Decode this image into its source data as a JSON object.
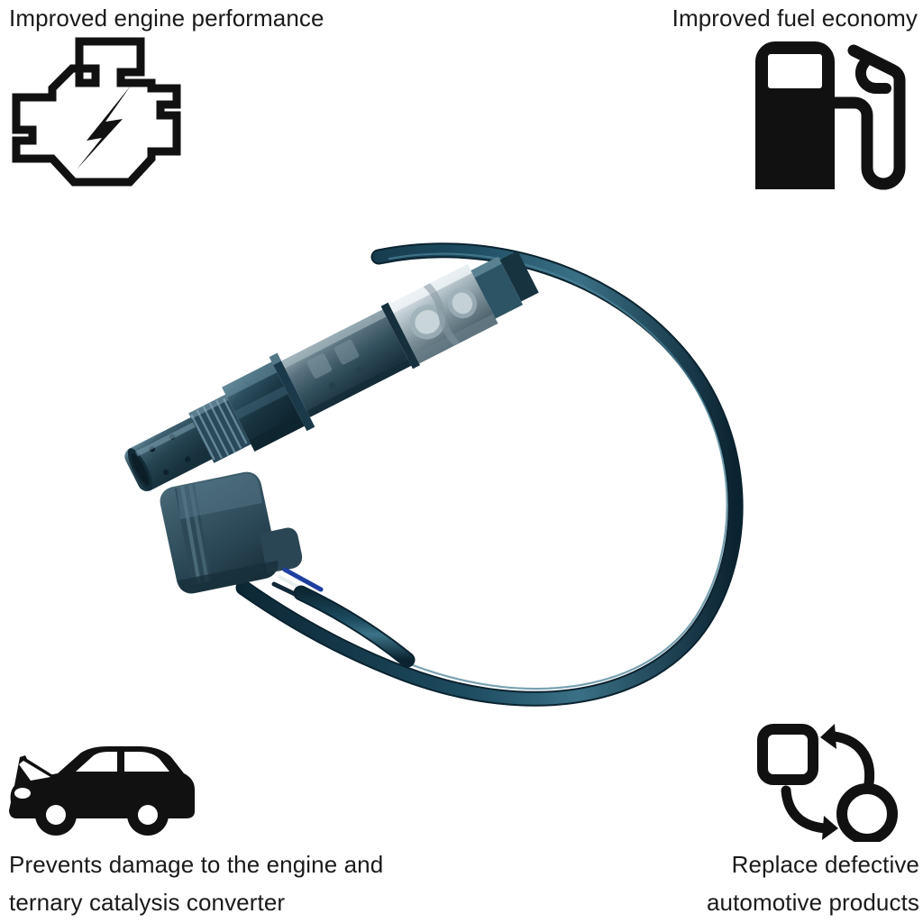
{
  "page": {
    "background_color": "#ffffff",
    "text_color": "#1a1a1a",
    "icon_color": "#111111"
  },
  "features": [
    {
      "id": "improved-engine-performance",
      "position": "top-left",
      "label": "Improved engine performance",
      "icon": "check-engine-icon"
    },
    {
      "id": "improved-fuel-economy",
      "position": "top-right",
      "label": "Improved fuel economy",
      "icon": "fuel-pump-icon"
    },
    {
      "id": "prevents-engine-damage",
      "position": "bottom-left",
      "label": "Prevents damage to the engine and\nternary catalysis converter",
      "icon": "car-open-hood-icon"
    },
    {
      "id": "replace-defective-products",
      "position": "bottom-right",
      "label": "Replace defective\nautomotive products",
      "icon": "replace-swap-arrows-icon"
    }
  ],
  "product": {
    "name": "oxygen-sensor",
    "icon": "oxygen-sensor-photo",
    "colors": {
      "cable_dark": "#12303f",
      "cable_mid": "#1b4a5e",
      "cable_highlight": "#3b7288",
      "probe_body": "#2b4c5a",
      "probe_highlight": "#5d8494",
      "hex_nut": "#1d3d4c",
      "crimp_metal": "#b9c6cc",
      "crimp_highlight": "#e3ebee",
      "connector_body": "#3d5c6b",
      "connector_shadow": "#26414e",
      "wire_blue": "#1f3fa0",
      "wire_white": "#e8eef0"
    }
  }
}
